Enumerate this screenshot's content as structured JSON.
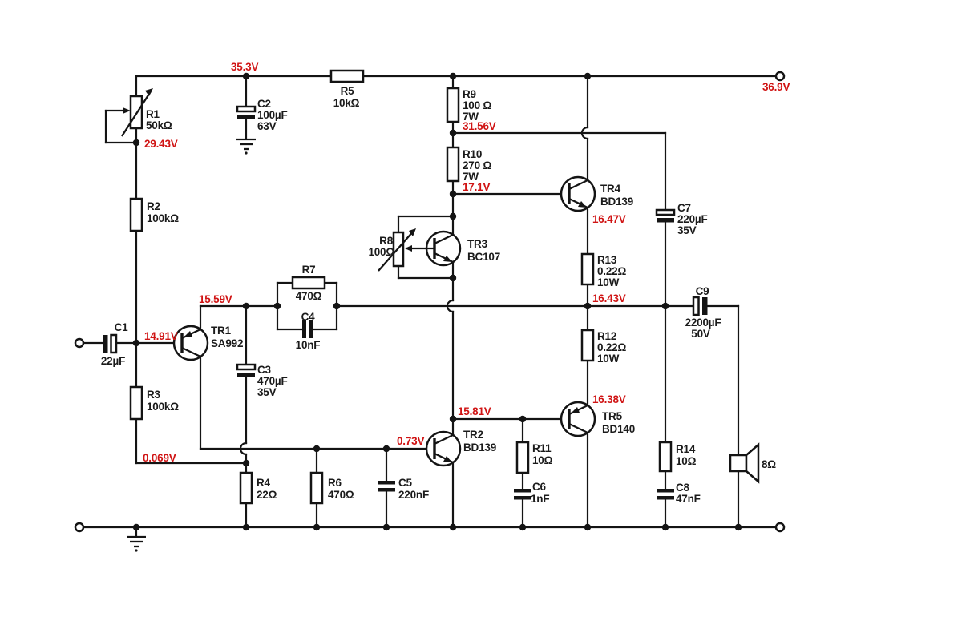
{
  "voltages": {
    "rail_after_r5": "35.3V",
    "supply_terminal": "36.9V",
    "r1_wiper": "29.43V",
    "r9_r10_junction": "31.56V",
    "tr4_base": "17.1V",
    "tr4_emitter": "16.47V",
    "output_node": "16.43V",
    "tr5_emitter": "16.38V",
    "tr1_emitter": "15.59V",
    "tr1_base": "14.91V",
    "tr2_collector": "15.81V",
    "tr2_base": "0.73V",
    "r4_node": "0.069V"
  },
  "components": {
    "r1": {
      "ref": "R1",
      "value": "50kΩ"
    },
    "r2": {
      "ref": "R2",
      "value": "100kΩ"
    },
    "r3": {
      "ref": "R3",
      "value": "100kΩ"
    },
    "r4": {
      "ref": "R4",
      "value": "22Ω"
    },
    "r5": {
      "ref": "R5",
      "value": "10kΩ"
    },
    "r6": {
      "ref": "R6",
      "value": "470Ω"
    },
    "r7": {
      "ref": "R7",
      "value": "470Ω"
    },
    "r8": {
      "ref": "R8",
      "value": "100Ω"
    },
    "r9": {
      "ref": "R9",
      "value": "100 Ω",
      "power": "7W"
    },
    "r10": {
      "ref": "R10",
      "value": "270 Ω",
      "power": "7W"
    },
    "r11": {
      "ref": "R11",
      "value": "10Ω"
    },
    "r12": {
      "ref": "R12",
      "value": "0.22Ω",
      "power": "10W"
    },
    "r13": {
      "ref": "R13",
      "value": "0.22Ω",
      "power": "10W"
    },
    "r14": {
      "ref": "R14",
      "value": "10Ω"
    },
    "c1": {
      "ref": "C1",
      "value": "22µF"
    },
    "c2": {
      "ref": "C2",
      "value": "100µF",
      "rating": "63V"
    },
    "c3": {
      "ref": "C3",
      "value": "470µF",
      "rating": "35V"
    },
    "c4": {
      "ref": "C4",
      "value": "10nF"
    },
    "c5": {
      "ref": "C5",
      "value": "220nF"
    },
    "c6": {
      "ref": "C6",
      "value": "1nF"
    },
    "c7": {
      "ref": "C7",
      "value": "220µF",
      "rating": "35V"
    },
    "c8": {
      "ref": "C8",
      "value": "47nF"
    },
    "c9": {
      "ref": "C9",
      "value": "2200µF",
      "rating": "50V"
    },
    "tr1": {
      "ref": "TR1",
      "part": "SA992"
    },
    "tr2": {
      "ref": "TR2",
      "part": "BD139"
    },
    "tr3": {
      "ref": "TR3",
      "part": "BC107"
    },
    "tr4": {
      "ref": "TR4",
      "part": "BD139"
    },
    "tr5": {
      "ref": "TR5",
      "part": "BD140"
    },
    "speaker": {
      "value": "8Ω"
    }
  },
  "colors": {
    "wire": "#141414",
    "voltage_annotation": "#d01414",
    "background": "#ffffff"
  }
}
